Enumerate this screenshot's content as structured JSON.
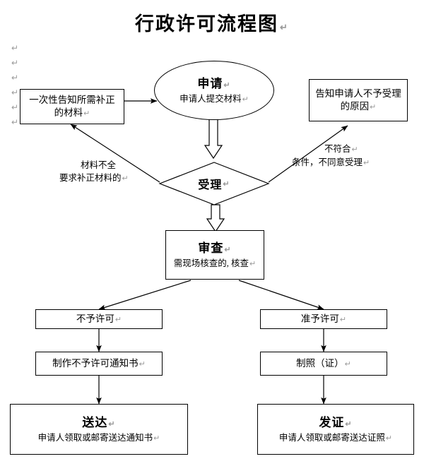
{
  "page": {
    "title": "行政许可流程图",
    "title_mark": "↵",
    "paragraph_mark": "↵"
  },
  "margin_marks": [
    "↵",
    "↵",
    "↵",
    "↵",
    "↵",
    "↵"
  ],
  "nodes": {
    "apply": {
      "label": "申请",
      "sublabel": "申请人提交材料",
      "shape": "ellipse"
    },
    "notify_supplement": {
      "label": "一次性告知所需补正的材料",
      "shape": "rect"
    },
    "notify_reject_reason": {
      "label": "告知申请人不予受理的原因",
      "shape": "rect"
    },
    "accept": {
      "label": "受理",
      "shape": "diamond"
    },
    "review": {
      "label": "审查",
      "sublabel": "需现场核查的, 核查",
      "shape": "rect"
    },
    "not_permitted": {
      "label": "不予许可",
      "shape": "rect"
    },
    "permitted": {
      "label": "准予许可",
      "shape": "rect"
    },
    "make_reject_notice": {
      "label": "制作不予许可通知书",
      "shape": "rect"
    },
    "make_license": {
      "label": "制照（证）",
      "shape": "rect"
    },
    "deliver": {
      "label": "送达",
      "sublabel": "申请人领取或邮寄送达通知书",
      "shape": "rect"
    },
    "issue_license": {
      "label": "发证",
      "sublabel": "申请人领取或邮寄送达证照",
      "shape": "rect"
    }
  },
  "edge_labels": {
    "incomplete_materials": {
      "line1": "材料不全",
      "line2": "要求补正材料的"
    },
    "not_qualified": {
      "line1": "不符合",
      "line2": "条件，不同意受理"
    }
  },
  "colors": {
    "stroke": "#000000",
    "fill": "#ffffff",
    "text": "#000000",
    "paragraph_mark": "#9a9a9a"
  }
}
